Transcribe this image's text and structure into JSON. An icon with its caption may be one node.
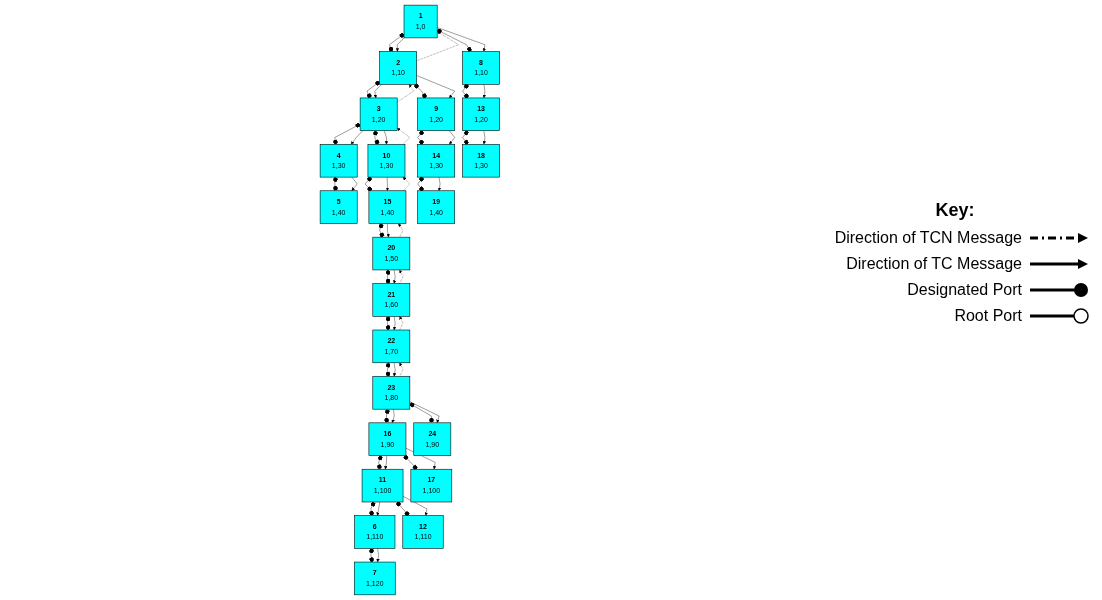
{
  "diagram": {
    "nodes": [
      {
        "text": [
          "1",
          "1,0"
        ]
      },
      {
        "text": [
          "2",
          "1,10"
        ]
      },
      {
        "text": [
          "3",
          "1,20"
        ]
      },
      {
        "text": [
          "4",
          "1,30"
        ]
      },
      {
        "text": [
          "5",
          "1,40"
        ]
      },
      {
        "text": [
          "6",
          "1,110"
        ]
      },
      {
        "text": [
          "7",
          "1,120"
        ]
      },
      {
        "text": [
          "8",
          "1,10"
        ]
      },
      {
        "text": [
          "9",
          "1,20"
        ]
      },
      {
        "text": [
          "10",
          "1,30"
        ]
      },
      {
        "text": [
          "11",
          "1,100"
        ]
      },
      {
        "text": [
          "12",
          "1,110"
        ]
      },
      {
        "text": [
          "13",
          "1,20"
        ]
      },
      {
        "text": [
          "14",
          "1,30"
        ]
      },
      {
        "text": [
          "15",
          "1,40"
        ]
      },
      {
        "text": [
          "16",
          "1,90"
        ]
      },
      {
        "text": [
          "17",
          "1,100"
        ]
      },
      {
        "text": [
          "18",
          "1,30"
        ]
      },
      {
        "text": [
          "19",
          "1,40"
        ]
      },
      {
        "text": [
          "20",
          "1,50"
        ]
      },
      {
        "text": [
          "21",
          "1,60"
        ]
      },
      {
        "text": [
          "22",
          "1,70"
        ]
      },
      {
        "text": [
          "23",
          "1,80"
        ]
      },
      {
        "text": [
          "24",
          "1,90"
        ]
      }
    ],
    "edges": [
      {
        "from": 0,
        "to": 1,
        "arrow": "other"
      },
      {
        "from": 0,
        "to": 1,
        "arrow": "to"
      },
      {
        "from": 1,
        "to": 0,
        "arrow": "to",
        "style": "dashed"
      },
      {
        "from": 1,
        "to": 2,
        "arrow": "other"
      },
      {
        "from": 1,
        "to": 2,
        "arrow": "to"
      },
      {
        "from": 2,
        "to": 1,
        "arrow": "to",
        "style": "dashed"
      },
      {
        "from": 2,
        "to": 3,
        "arrow": "other"
      },
      {
        "from": 2,
        "to": 3,
        "arrow": "to"
      },
      {
        "from": 3,
        "to": 4,
        "arrow": "other"
      },
      {
        "from": 3,
        "to": 4,
        "arrow": "to"
      },
      {
        "from": 5,
        "to": 6,
        "arrow": "other"
      },
      {
        "from": 5,
        "to": 6,
        "arrow": "to"
      },
      {
        "from": 0,
        "to": 7,
        "arrow": "other"
      },
      {
        "from": 0,
        "to": 7,
        "arrow": "to"
      },
      {
        "from": 1,
        "to": 8,
        "arrow": "other"
      },
      {
        "from": 1,
        "to": 8,
        "arrow": "to"
      },
      {
        "from": 2,
        "to": 9,
        "arrow": "other"
      },
      {
        "from": 2,
        "to": 9,
        "arrow": "to"
      },
      {
        "from": 9,
        "to": 2,
        "arrow": "to",
        "style": "dashed"
      },
      {
        "from": 10,
        "to": 5,
        "arrow": "other"
      },
      {
        "from": 10,
        "to": 5,
        "arrow": "to"
      },
      {
        "from": 10,
        "to": 11,
        "arrow": "other"
      },
      {
        "from": 10,
        "to": 11,
        "arrow": "to"
      },
      {
        "from": 7,
        "to": 12,
        "arrow": "other"
      },
      {
        "from": 7,
        "to": 12,
        "arrow": "to"
      },
      {
        "from": 8,
        "to": 13,
        "arrow": "other"
      },
      {
        "from": 8,
        "to": 13,
        "arrow": "to"
      },
      {
        "from": 9,
        "to": 14,
        "arrow": "other"
      },
      {
        "from": 9,
        "to": 14,
        "arrow": "to"
      },
      {
        "from": 14,
        "to": 9,
        "arrow": "to",
        "style": "dashed"
      },
      {
        "from": 15,
        "to": 10,
        "arrow": "other"
      },
      {
        "from": 15,
        "to": 10,
        "arrow": "to"
      },
      {
        "from": 15,
        "to": 16,
        "arrow": "other"
      },
      {
        "from": 15,
        "to": 16,
        "arrow": "to"
      },
      {
        "from": 12,
        "to": 17,
        "arrow": "other"
      },
      {
        "from": 12,
        "to": 17,
        "arrow": "to"
      },
      {
        "from": 13,
        "to": 18,
        "arrow": "other"
      },
      {
        "from": 13,
        "to": 18,
        "arrow": "to"
      },
      {
        "from": 14,
        "to": 19,
        "arrow": "other"
      },
      {
        "from": 14,
        "to": 19,
        "arrow": "to"
      },
      {
        "from": 19,
        "to": 14,
        "arrow": "to",
        "style": "dashed"
      },
      {
        "from": 19,
        "to": 20,
        "arrow": "other"
      },
      {
        "from": 19,
        "to": 20,
        "arrow": "to"
      },
      {
        "from": 20,
        "to": 19,
        "arrow": "to",
        "style": "dashed"
      },
      {
        "from": 20,
        "to": 21,
        "arrow": "other"
      },
      {
        "from": 20,
        "to": 21,
        "arrow": "to"
      },
      {
        "from": 21,
        "to": 20,
        "arrow": "to",
        "style": "dashed"
      },
      {
        "from": 21,
        "to": 22,
        "arrow": "other"
      },
      {
        "from": 21,
        "to": 22,
        "arrow": "to"
      },
      {
        "from": 22,
        "to": 21,
        "arrow": "to",
        "style": "dashed"
      },
      {
        "from": 22,
        "to": 15,
        "arrow": "other"
      },
      {
        "from": 22,
        "to": 15,
        "arrow": "to"
      },
      {
        "from": 22,
        "to": 23,
        "arrow": "other"
      },
      {
        "from": 22,
        "to": 23,
        "arrow": "to"
      }
    ],
    "labels": [
      "Key:"
    ],
    "legend": [
      {
        "text": "Direction of TCN Message"
      },
      {
        "text": "Direction of TC Message"
      },
      {
        "text": "Designated Port"
      },
      {
        "text": "Root Port"
      }
    ]
  }
}
